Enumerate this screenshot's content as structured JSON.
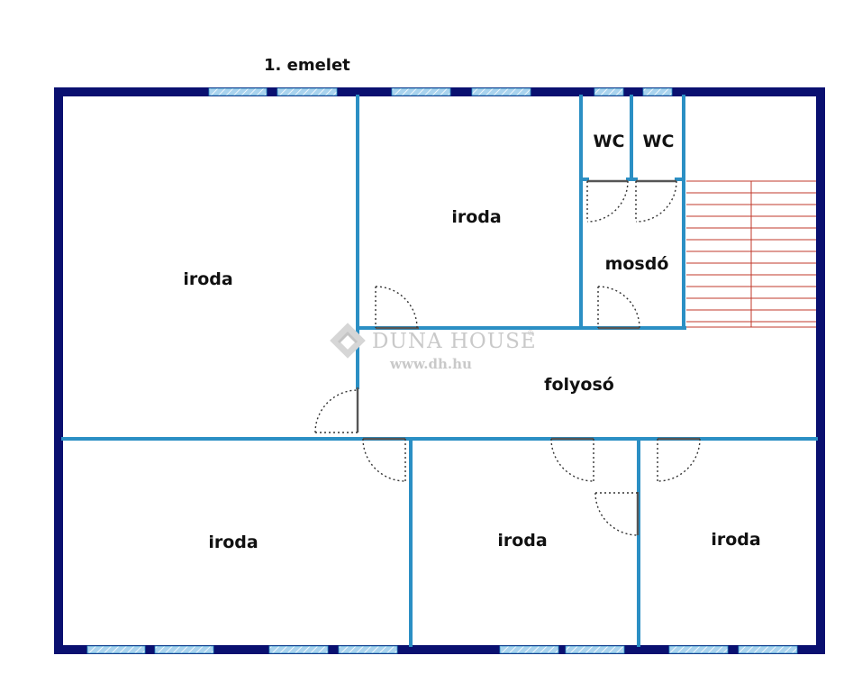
{
  "floor": {
    "title": "1. emelet"
  },
  "rooms": {
    "office_large_left": "iroda",
    "office_top_middle": "iroda",
    "wc_1": "WC",
    "wc_2": "WC",
    "washroom": "mosdó",
    "corridor": "folyosó",
    "office_bottom_left": "iroda",
    "office_bottom_middle": "iroda",
    "office_bottom_right": "iroda"
  },
  "watermark": {
    "brand": "DUNA HOUSE",
    "registered_mark": "®",
    "url": "www.dh.hu"
  },
  "colors": {
    "outer_wall": "#0a1070",
    "inner_wall": "#2b8fc4",
    "window_fill": "#a9d3ee",
    "stairs": "#c0392b",
    "door_swing": "#333333",
    "watermark": "#c9c9c9"
  }
}
